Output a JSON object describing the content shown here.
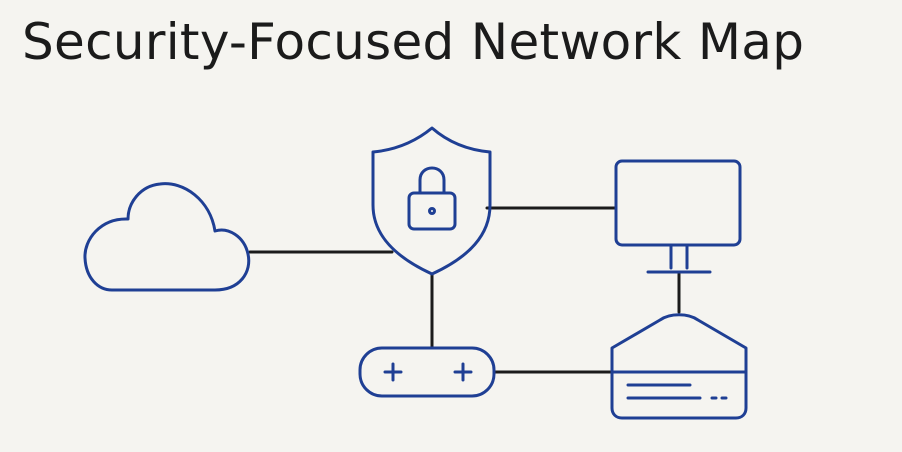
{
  "title": "Security-Focused Network Map",
  "colors": {
    "background": "#f5f4f0",
    "node_stroke": "#1f3f94",
    "link_stroke": "#1b1b1b",
    "title_text": "#1b1b1b"
  },
  "nodes": [
    {
      "id": "cloud",
      "icon": "cloud-icon"
    },
    {
      "id": "firewall",
      "icon": "shield-lock-icon"
    },
    {
      "id": "workstation",
      "icon": "monitor-icon"
    },
    {
      "id": "switch",
      "icon": "network-switch-icon"
    },
    {
      "id": "server",
      "icon": "storage-server-icon"
    }
  ],
  "links": [
    {
      "from": "cloud",
      "to": "firewall"
    },
    {
      "from": "firewall",
      "to": "workstation"
    },
    {
      "from": "firewall",
      "to": "switch"
    },
    {
      "from": "switch",
      "to": "server"
    },
    {
      "from": "workstation",
      "to": "server"
    }
  ]
}
